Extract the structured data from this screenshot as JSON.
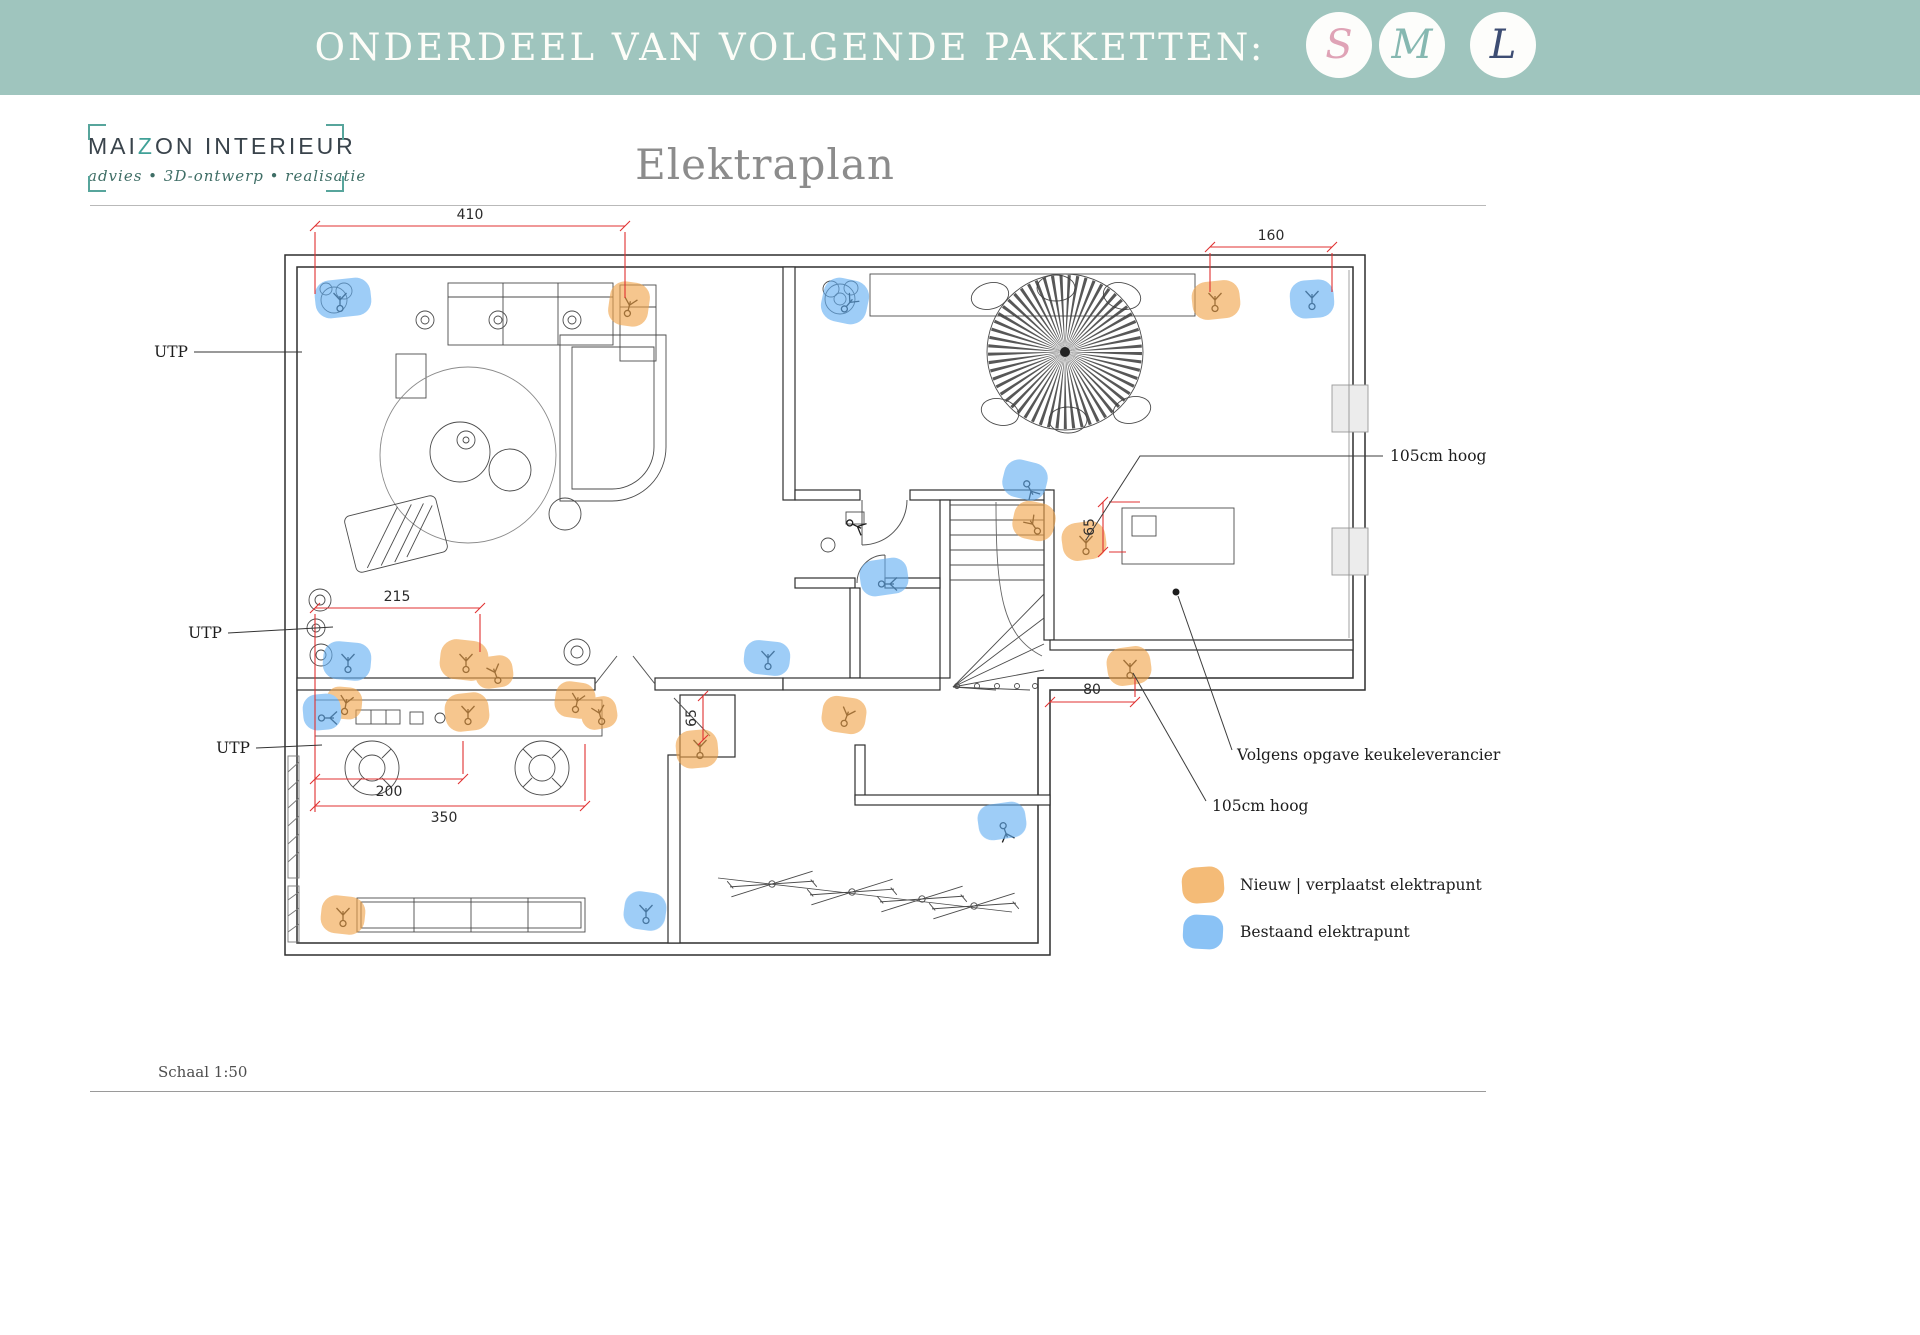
{
  "header": {
    "title": "ONDERDEEL VAN VOLGENDE PAKKETTEN:",
    "badges": [
      {
        "letter": "S",
        "color": "#dfa3b6"
      },
      {
        "letter": "M",
        "color": "#86b8b1"
      },
      {
        "letter": "L",
        "color": "#3d4d73"
      }
    ]
  },
  "logo": {
    "name_pre": "MAI",
    "name_accent": "Z",
    "name_post": "ON INTERIEUR",
    "tagline": "advies • 3D-ontwerp • realisatie"
  },
  "page": {
    "title": "Elektraplan",
    "scale": "Schaal 1:50"
  },
  "plan": {
    "utp_label": "UTP",
    "dims": {
      "d410": "410",
      "d160": "160",
      "d215": "215",
      "d200": "200",
      "d350": "350",
      "d80": "80",
      "d65_kitchen": "65",
      "d65_hall": "65"
    },
    "annotations": {
      "height_top": "105cm hoog",
      "kitchen_supplier": "Volgens opgave keukeleverancier",
      "height_bottom": "105cm hoog"
    }
  },
  "legend": {
    "new_label": "Nieuw | verplaatst elektrapunt",
    "existing_label": "Bestaand elektrapunt",
    "new_color": "#f0a449",
    "existing_color": "#63aef2"
  },
  "colors": {
    "banner": "#9fc5be",
    "accent_teal": "#41a198",
    "dimension_red": "#e03030"
  }
}
